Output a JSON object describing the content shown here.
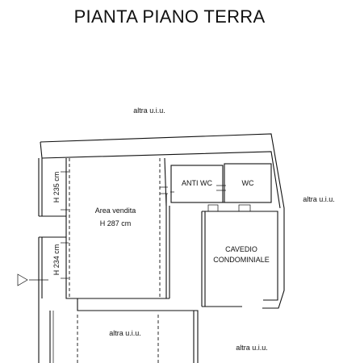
{
  "title": "PIANTA PIANO TERRA",
  "labels": {
    "top_neighbor": "altra u.i.u.",
    "right_neighbor": "altra u.i.u.",
    "bottom_center": "altra u.i.u.",
    "bottom_right": "altra u.i.u.",
    "room_main_name": "Area vendita",
    "room_main_height": "H 287 cm",
    "wc_anti": "ANTI WC",
    "wc": "WC",
    "cavedio_line1": "CAVEDIO",
    "cavedio_line2": "CONDOMINIALE",
    "height_upper": "H 235 cm",
    "height_lower": "H 234 cm"
  },
  "colors": {
    "line": "#111111",
    "background": "#ffffff"
  }
}
